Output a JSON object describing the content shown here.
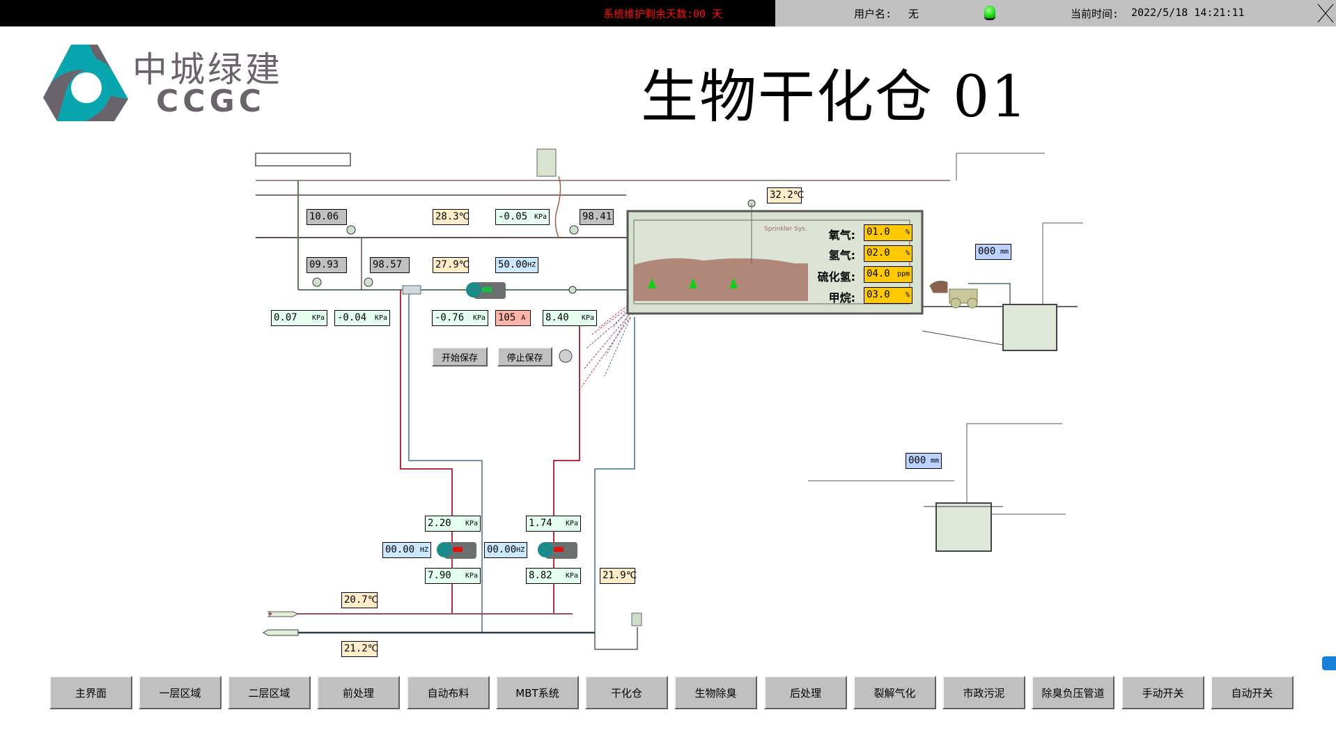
{
  "header": {
    "maintenance_text": "系统维护剩余天数:00  天",
    "user_label": "用户名:",
    "user_value": "无",
    "time_label": "当前时间:",
    "time_value": "2022/5/18  14:21:11",
    "status_led_color": "#18d818"
  },
  "logo": {
    "cn": "中城绿建",
    "en": "CCGC",
    "teal": "#0aa6b0",
    "gray": "#6a636c"
  },
  "title": "生物干化仓 01",
  "readings": {
    "r1": {
      "value": "10.06",
      "unit": ""
    },
    "r2": {
      "value": "28.3",
      "unit": "℃"
    },
    "r3": {
      "value": "-0.05",
      "unit": "KPa"
    },
    "r4": {
      "value": "98.41",
      "unit": ""
    },
    "r5": {
      "value": "09.93",
      "unit": ""
    },
    "r6": {
      "value": "98.57",
      "unit": ""
    },
    "r7": {
      "value": "27.9",
      "unit": "℃"
    },
    "r8": {
      "value": "50.00",
      "unit": "HZ"
    },
    "r9": {
      "value": "0.07",
      "unit": "KPa"
    },
    "r10": {
      "value": "-0.04",
      "unit": "KPa"
    },
    "r11": {
      "value": "-0.76",
      "unit": "KPa"
    },
    "r12": {
      "value": "105",
      "unit": "A"
    },
    "r13": {
      "value": "8.40",
      "unit": "KPa"
    },
    "r14": {
      "value": "32.2",
      "unit": "℃"
    },
    "r15": {
      "value": "000",
      "unit": "mm"
    },
    "r16": {
      "value": "000",
      "unit": "mm"
    },
    "r17": {
      "value": "2.20",
      "unit": "KPa"
    },
    "r18": {
      "value": "1.74",
      "unit": "KPa"
    },
    "r19": {
      "value": "00.00",
      "unit": "HZ"
    },
    "r20": {
      "value": "00.00",
      "unit": "HZ"
    },
    "r21": {
      "value": "7.90",
      "unit": "KPa"
    },
    "r22": {
      "value": "8.82",
      "unit": "KPa"
    },
    "r23": {
      "value": "21.9",
      "unit": "℃"
    },
    "r24": {
      "value": "20.7",
      "unit": "℃"
    },
    "r25": {
      "value": "21.2",
      "unit": "℃"
    }
  },
  "gases": [
    {
      "label": "氧气:",
      "value": "01.0",
      "unit": "%"
    },
    {
      "label": "氢气:",
      "value": "02.0",
      "unit": "%"
    },
    {
      "label": "硫化氢:",
      "value": "04.0",
      "unit": "ppm"
    },
    {
      "label": "甲烷:",
      "value": "03.0",
      "unit": "%"
    }
  ],
  "tank_label": "Sprinkler Sys.",
  "controls": {
    "start_save": "开始保存",
    "stop_save": "停止保存"
  },
  "nav": [
    "主界面",
    "一层区域",
    "二层区域",
    "前处理",
    "自动布料",
    "MBT系统",
    "干化仓",
    "生物除臭",
    "后处理",
    "裂解气化",
    "市政污泥",
    "除臭负压管道",
    "手动开关",
    "自动开关"
  ]
}
